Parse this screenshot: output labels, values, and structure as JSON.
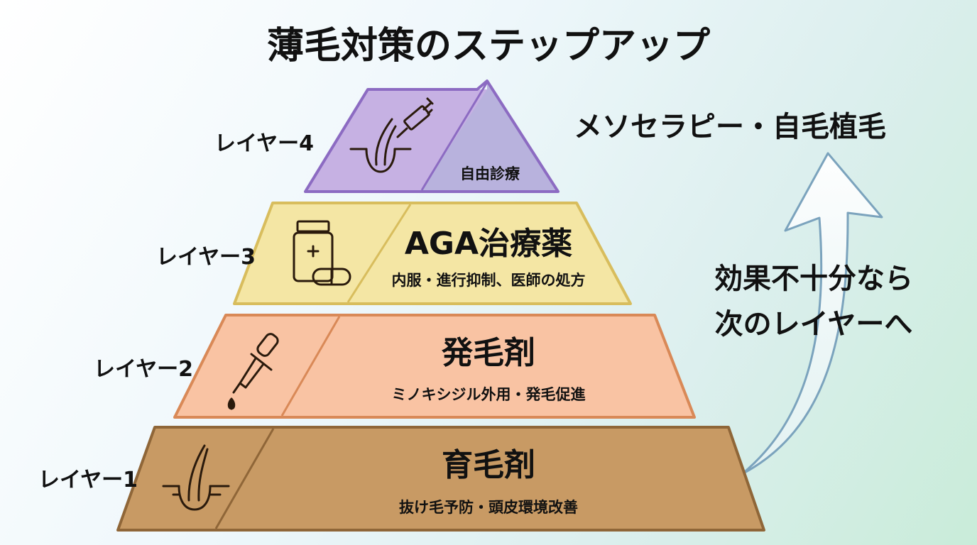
{
  "title": "薄毛対策のステップアップ",
  "layers": [
    {
      "label": "レイヤー4",
      "tag": "自由診療",
      "right_text": "メソセラピー・自毛植毛",
      "icon": "syringe-hair-icon",
      "colors": {
        "fill": "#c6b1e3",
        "alt": "#b8b2dd",
        "stroke": "#8c6bc2"
      }
    },
    {
      "label": "レイヤー3",
      "name": "AGA治療薬",
      "desc": "内服・進行抑制、医師の処方",
      "icon": "medicine-bottle-icon",
      "colors": {
        "fill": "#f4e6a4",
        "stroke": "#d8bd5d"
      }
    },
    {
      "label": "レイヤー2",
      "name": "発毛剤",
      "desc": "ミノキシジル外用・発毛促進",
      "icon": "dropper-icon",
      "colors": {
        "fill": "#f9c3a3",
        "stroke": "#d98957"
      }
    },
    {
      "label": "レイヤー1",
      "name": "育毛剤",
      "desc": "抜け毛予防・頭皮環境改善",
      "icon": "hair-follicle-icon",
      "colors": {
        "fill": "#c89a64",
        "stroke": "#8f6638"
      }
    }
  ],
  "side_text": {
    "line1": "効果不十分なら",
    "line2": "次のレイヤーへ"
  },
  "arrow": {
    "icon": "up-arrow-icon",
    "stroke": "#7ba3bd"
  }
}
